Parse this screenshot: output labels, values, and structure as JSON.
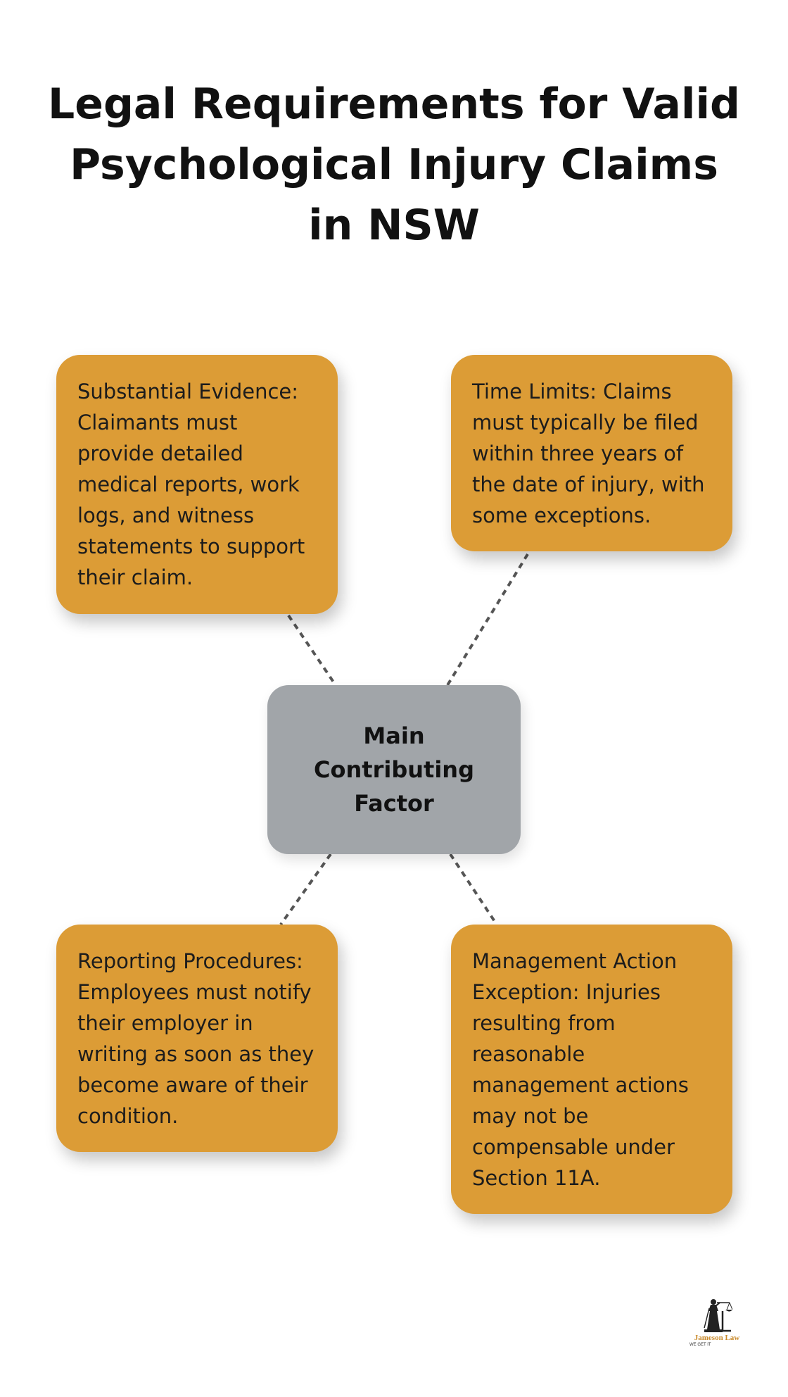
{
  "title": "Legal Requirements for Valid Psychological Injury Claims in NSW",
  "center": {
    "label": "Main Contributing Factor"
  },
  "nodes": [
    {
      "text": "Substantial Evidence: Claimants must provide detailed medical reports, work logs, and witness statements to support their claim."
    },
    {
      "text": "Time Limits: Claims must typically be filed within three years of the date of injury, with some exceptions."
    },
    {
      "text": "Reporting Procedures: Employees must notify their employer in writing as soon as they become aware of their condition."
    },
    {
      "text": "Management Action Exception: Injuries resulting from reasonable management actions may not be compensable under Section 11A."
    }
  ],
  "logo": {
    "name": "Jameson Law",
    "tagline": "WE GET IT",
    "icon": "lady-justice-icon"
  },
  "colors": {
    "node_fill": "#dc9c36",
    "center_fill": "#a1a5a9",
    "connector": "#555555",
    "logo_accent": "#c98a2b"
  }
}
